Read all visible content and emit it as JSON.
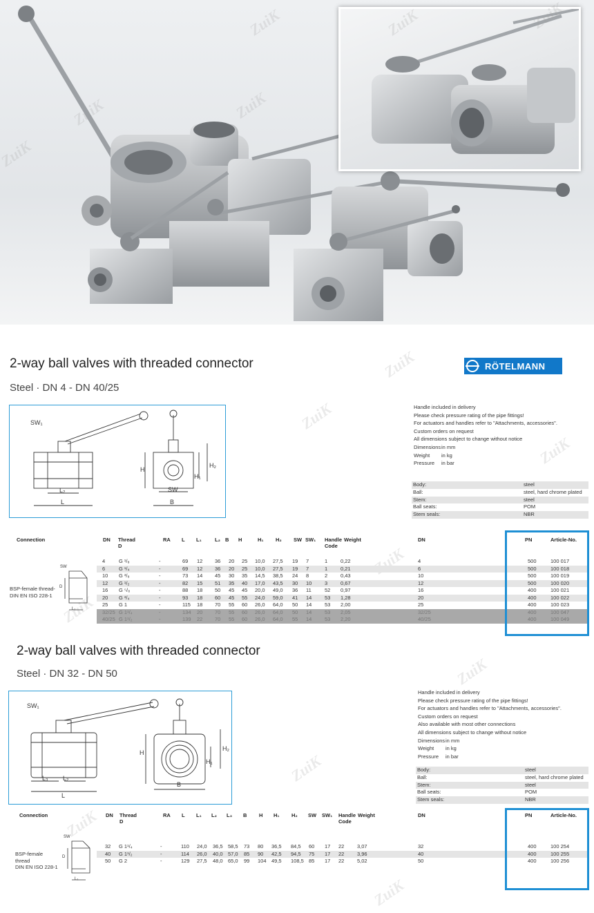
{
  "brand": "RÖTELMANN",
  "watermark": "ZuiK",
  "section1": {
    "title": "2-way ball valves with threaded connector",
    "subtitle": "Steel · DN 4 - DN 40/25",
    "notes": [
      "Handle included in delivery",
      "Please check pressure rating of the pipe fittings!",
      "For actuators and handles refer to \"Attachments, accessories\".",
      "Custom orders on request",
      "All dimensions subject to change without notice"
    ],
    "units": [
      [
        "Dimensions",
        "in mm"
      ],
      [
        "Weight",
        "in kg"
      ],
      [
        "Pressure",
        "in bar"
      ]
    ],
    "specs": [
      [
        "Body:",
        "steel"
      ],
      [
        "Ball:",
        "steel, hard chrome plated"
      ],
      [
        "Stem:",
        "steel"
      ],
      [
        "Ball seats:",
        "POM"
      ],
      [
        "Stem seals:",
        "NBR"
      ]
    ],
    "connection_label": "BSP-female thread-\nDIN EN ISO 228-1",
    "headers": [
      "Connection",
      "DN",
      "Thread D",
      "RA",
      "L",
      "L₁",
      "L₂",
      "B",
      "H",
      "H₁",
      "H₂",
      "SW",
      "SW₁",
      "Handle Code",
      "Weight",
      "DN",
      "PN",
      "Article-No."
    ],
    "drawing_labels": {
      "sw1": "SW₁",
      "h": "H",
      "h1": "H₁",
      "h2": "H₂",
      "l2": "L₂",
      "l": "L",
      "sw": "SW",
      "b": "B",
      "sec_sw": "SW",
      "sec_d": "D",
      "sec_l1": "L₁"
    },
    "rows": [
      [
        "4",
        "G ¹/₈",
        "-",
        "69",
        "12",
        "36",
        "20",
        "25",
        "10,0",
        "27,5",
        "19",
        "7",
        "1",
        "0,22",
        "4",
        "500",
        "100 017"
      ],
      [
        "6",
        "G ¹/₄",
        "-",
        "69",
        "12",
        "36",
        "20",
        "25",
        "10,0",
        "27,5",
        "19",
        "7",
        "1",
        "0,21",
        "6",
        "500",
        "100 018"
      ],
      [
        "10",
        "G ³/₈",
        "-",
        "73",
        "14",
        "45",
        "30",
        "35",
        "14,5",
        "38,5",
        "24",
        "8",
        "2",
        "0,43",
        "10",
        "500",
        "100 019"
      ],
      [
        "12",
        "G ¹/₂",
        "-",
        "82",
        "15",
        "51",
        "35",
        "40",
        "17,0",
        "43,5",
        "30",
        "10",
        "3",
        "0,67",
        "12",
        "500",
        "100 020"
      ],
      [
        "16",
        "G ⁵/₈",
        "-",
        "88",
        "18",
        "50",
        "45",
        "45",
        "20,0",
        "49,0",
        "36",
        "11",
        "52",
        "0,97",
        "16",
        "400",
        "100 021"
      ],
      [
        "20",
        "G ³/₄",
        "-",
        "93",
        "18",
        "60",
        "45",
        "55",
        "24,0",
        "59,0",
        "41",
        "14",
        "53",
        "1,28",
        "20",
        "400",
        "100 022"
      ],
      [
        "25",
        "G 1",
        "-",
        "115",
        "18",
        "70",
        "55",
        "60",
        "26,0",
        "64,0",
        "50",
        "14",
        "53",
        "2,00",
        "25",
        "400",
        "100 023"
      ],
      [
        "32/25",
        "G 1¹/₄",
        "-",
        "134",
        "20",
        "70",
        "55",
        "60",
        "26,0",
        "64,0",
        "50",
        "14",
        "53",
        "2,05",
        "32/25",
        "400",
        "100 047"
      ],
      [
        "40/25",
        "G 1¹/₂",
        "-",
        "139",
        "22",
        "70",
        "55",
        "60",
        "26,0",
        "64,0",
        "55",
        "14",
        "53",
        "2,20",
        "40/25",
        "400",
        "100 049"
      ]
    ]
  },
  "section2": {
    "title": "2-way ball valves with threaded connector",
    "subtitle": "Steel · DN 32 - DN 50",
    "notes": [
      "Handle included in delivery",
      "Please check pressure rating of the pipe fittings!",
      "For actuators and handles refer to \"Attachments, accessories\".",
      "Custom orders on request",
      "Also available with most other connections",
      "All dimensions subject to change without notice"
    ],
    "units": [
      [
        "Dimensions",
        "in mm"
      ],
      [
        "Weight",
        "in kg"
      ],
      [
        "Pressure",
        "in bar"
      ]
    ],
    "specs": [
      [
        "Body:",
        "steel"
      ],
      [
        "Ball:",
        "steel, hard chrome plated"
      ],
      [
        "Stem:",
        "steel"
      ],
      [
        "Ball seats:",
        "POM"
      ],
      [
        "Stem seals:",
        "NBR"
      ]
    ],
    "connection_label": "BSP-female\nthread\nDIN EN ISO 228-1",
    "headers": [
      "Connection",
      "DN",
      "Thread D",
      "RA",
      "L",
      "L₁",
      "L₂",
      "L₃",
      "B",
      "H",
      "H₁",
      "H₂",
      "SW",
      "SW₁",
      "Handle Code",
      "Weight",
      "DN",
      "PN",
      "Article-No."
    ],
    "drawing_labels": {
      "sw1": "SW₁",
      "h": "H",
      "h1": "H₁",
      "h2": "H₂",
      "l3": "L₃",
      "l2": "L₂",
      "l": "L",
      "b": "B",
      "sec_sw": "SW",
      "sec_d": "D",
      "sec_l1": "L₁"
    },
    "rows": [
      [
        "32",
        "G 1¹/₄",
        "-",
        "110",
        "24,0",
        "36,5",
        "58,5",
        "73",
        "80",
        "36,5",
        "84,5",
        "60",
        "17",
        "22",
        "3,07",
        "32",
        "400",
        "100 254"
      ],
      [
        "40",
        "G 1¹/₂",
        "-",
        "114",
        "26,0",
        "40,0",
        "57,0",
        "85",
        "90",
        "42,5",
        "94,5",
        "75",
        "17",
        "22",
        "3,96",
        "40",
        "400",
        "100 255"
      ],
      [
        "50",
        "G 2",
        "-",
        "129",
        "27,5",
        "48,0",
        "65,0",
        "99",
        "104",
        "49,5",
        "108,5",
        "85",
        "17",
        "22",
        "5,02",
        "50",
        "400",
        "100 256"
      ]
    ]
  }
}
